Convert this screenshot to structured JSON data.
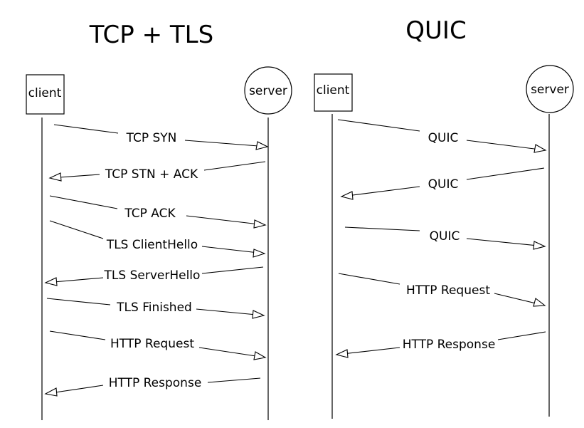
{
  "panels": [
    {
      "title": "TCP + TLS",
      "client_label": "client",
      "server_label": "server",
      "messages": [
        {
          "label": "TCP SYN",
          "direction": "client-to-server"
        },
        {
          "label": "TCP STN + ACK",
          "direction": "server-to-client"
        },
        {
          "label": "TCP ACK",
          "direction": "client-to-server"
        },
        {
          "label": "TLS ClientHello",
          "direction": "client-to-server"
        },
        {
          "label": "TLS ServerHello",
          "direction": "server-to-client"
        },
        {
          "label": "TLS Finished",
          "direction": "client-to-server"
        },
        {
          "label": "HTTP Request",
          "direction": "client-to-server"
        },
        {
          "label": "HTTP Response",
          "direction": "server-to-client"
        }
      ]
    },
    {
      "title": "QUIC",
      "client_label": "client",
      "server_label": "server",
      "messages": [
        {
          "label": "QUIC",
          "direction": "client-to-server"
        },
        {
          "label": "QUIC",
          "direction": "server-to-client"
        },
        {
          "label": "QUIC",
          "direction": "client-to-server"
        },
        {
          "label": "HTTP Request",
          "direction": "client-to-server"
        },
        {
          "label": "HTTP Response",
          "direction": "server-to-client"
        }
      ]
    }
  ]
}
